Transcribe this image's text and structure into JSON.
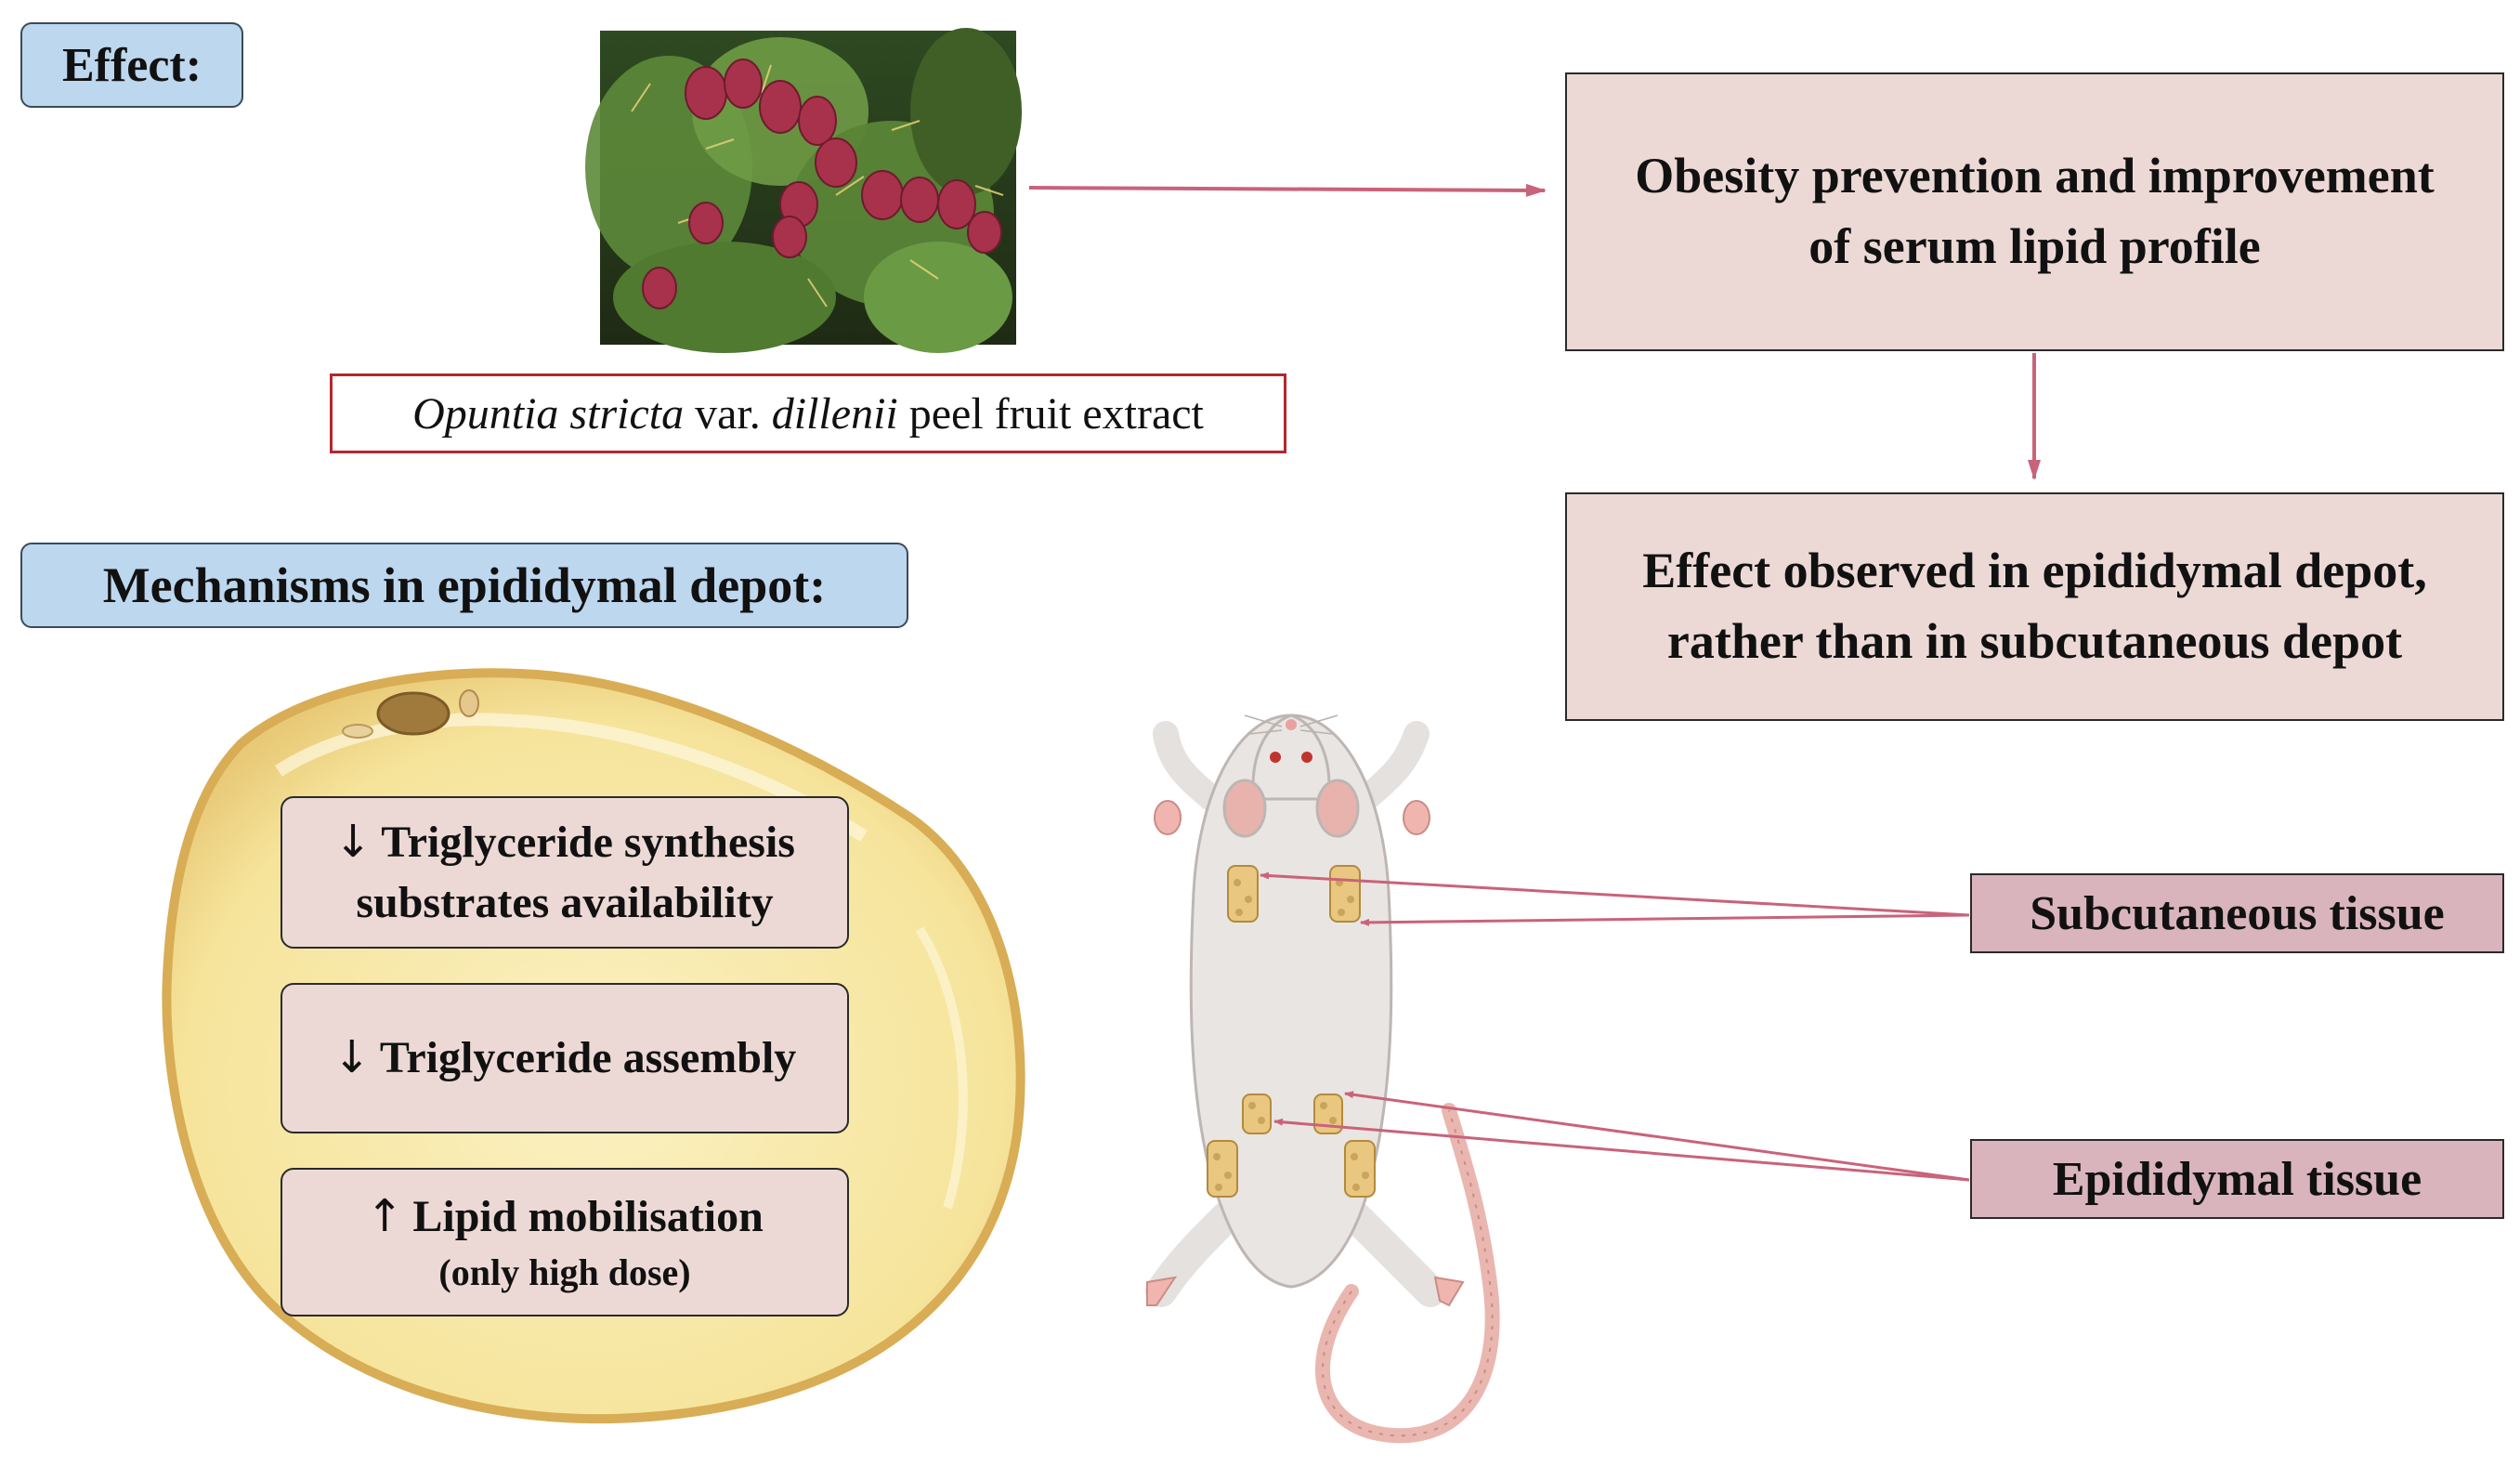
{
  "effect_label": "Effect:",
  "mechanisms_label": "Mechanisms in epididymal depot:",
  "extract_caption": {
    "genus_species": "Opuntia stricta",
    "var": " var. ",
    "variety": "dillenii",
    "rest": " peel fruit extract"
  },
  "effect_box": {
    "line1": "Obesity prevention and improvement",
    "line2": "of serum lipid profile"
  },
  "observation_box": {
    "line1": "Effect observed in epididymal depot,",
    "line2": "rather than in subcutaneous depot"
  },
  "mechanisms": [
    {
      "arrow": "↓",
      "line1": "Triglyceride synthesis",
      "line2": "substrates availability"
    },
    {
      "arrow": "↓",
      "line1": "Triglyceride assembly",
      "line2": ""
    },
    {
      "arrow": "↑",
      "line1": "Lipid mobilisation",
      "line2": "(only high dose)"
    }
  ],
  "tissues": {
    "subcutaneous": "Subcutaneous tissue",
    "epididymal": "Epididymal tissue"
  },
  "colors": {
    "arrow": "#c9637a",
    "label_blue": "#bdd7ee",
    "box_pink": "#ecd9d6",
    "tissue_mauve": "#d9b4bc",
    "cell_yellow": "#f6e7a6",
    "caption_border": "#b3272d"
  }
}
